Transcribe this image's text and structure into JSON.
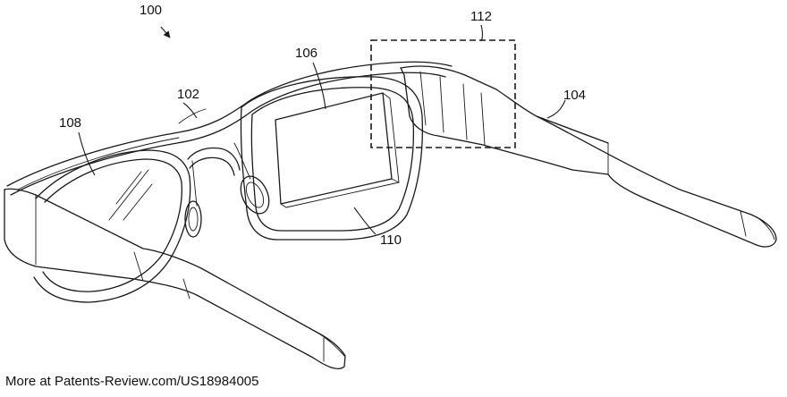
{
  "figure": {
    "labels": {
      "assembly": "100",
      "frame": "102",
      "temple": "104",
      "display_region": "106",
      "lens": "108",
      "display_surface": "110",
      "box_region": "112"
    }
  },
  "footer": {
    "text": "More at Patents-Review.com/US18984005"
  }
}
